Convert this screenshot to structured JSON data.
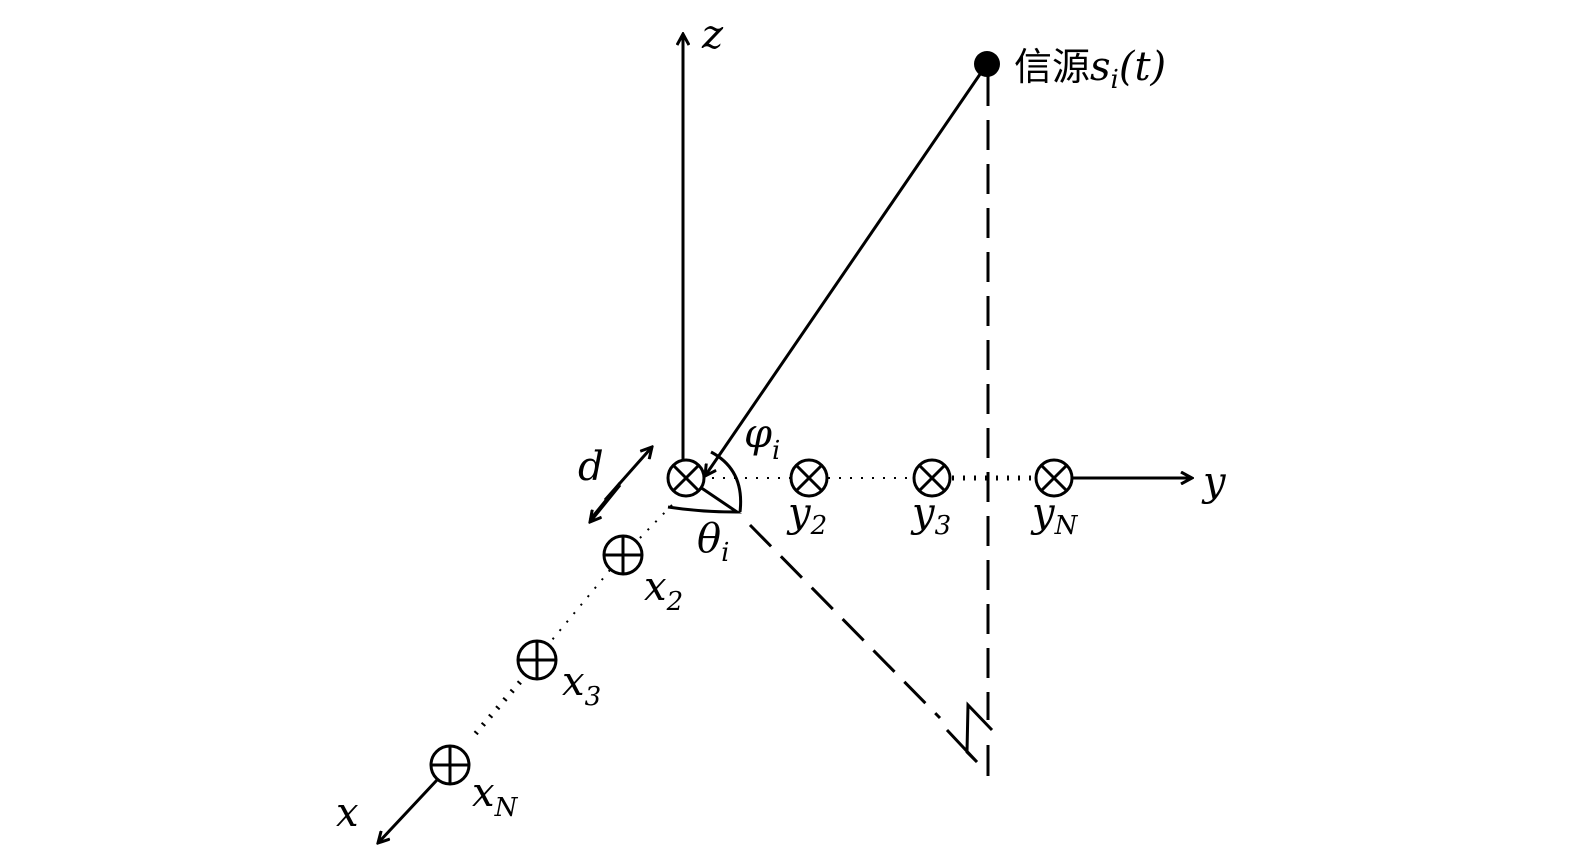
{
  "axes": {
    "x": "x",
    "y": "y",
    "z": "z"
  },
  "source": {
    "label_cn": "信源",
    "symbol": "s",
    "sub": "i",
    "arg": "(t)"
  },
  "angles": {
    "phi": "φ",
    "phi_sub": "i",
    "theta": "θ",
    "theta_sub": "i"
  },
  "spacing": "d",
  "x_elements": [
    {
      "base": "x",
      "sub": "2"
    },
    {
      "base": "x",
      "sub": "3"
    },
    {
      "base": "x",
      "sub": "N"
    }
  ],
  "y_elements": [
    {
      "base": "y",
      "sub": "2"
    },
    {
      "base": "y",
      "sub": "3"
    },
    {
      "base": "y",
      "sub": "N"
    }
  ]
}
